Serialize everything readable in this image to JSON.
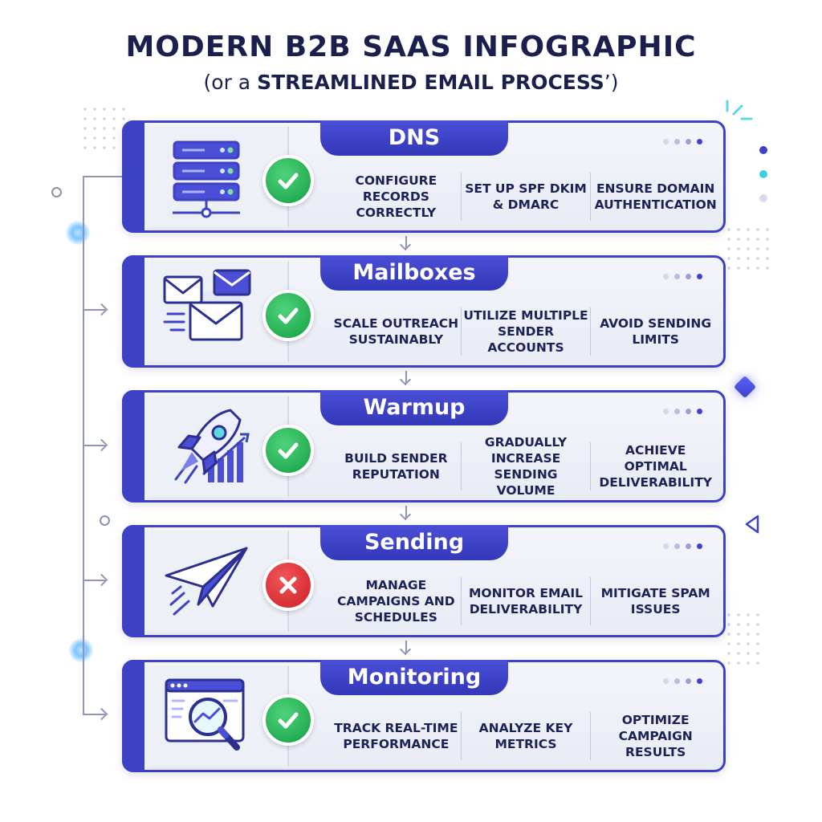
{
  "header": {
    "title": "MODERN B2B SAAS INFOGRAPHIC",
    "subtitle_prefix": "(or a ",
    "subtitle_bold": "STREAMLINED EMAIL PROCESS",
    "subtitle_suffix": "’)"
  },
  "colors": {
    "primary": "#3d42c5",
    "success": "#1fa94e",
    "error": "#d42a30",
    "text": "#1a1f4e"
  },
  "steps": [
    {
      "title": "DNS",
      "status": "check",
      "icon": "server-icon",
      "items": [
        "CONFIGURE RECORDS CORRECTLY",
        "SET UP SPF DKIM & DMARC",
        "ENSURE DOMAIN AUTHENTICATION"
      ]
    },
    {
      "title": "Mailboxes",
      "status": "check",
      "icon": "envelopes-icon",
      "items": [
        "SCALE OUTREACH SUSTAINABLY",
        "UTILIZE MULTIPLE SENDER ACCOUNTS",
        "AVOID SENDING LIMITS"
      ]
    },
    {
      "title": "Warmup",
      "status": "check",
      "icon": "rocket-icon",
      "items": [
        "BUILD SENDER REPUTATION",
        "GRADUALLY INCREASE SENDING VOLUME",
        "ACHIEVE OPTIMAL DELIVERABILITY"
      ]
    },
    {
      "title": "Sending",
      "status": "cross",
      "icon": "paper-plane-icon",
      "items": [
        "MANAGE CAMPAIGNS AND SCHEDULES",
        "MONITOR EMAIL DELIVERABILITY",
        "MITIGATE SPAM ISSUES"
      ]
    },
    {
      "title": "Monitoring",
      "status": "check",
      "icon": "magnifier-chart-icon",
      "items": [
        "TRACK REAL-TIME PERFORMANCE",
        "ANALYZE KEY METRICS",
        "OPTIMIZE CAMPAIGN RESULTS"
      ]
    }
  ]
}
